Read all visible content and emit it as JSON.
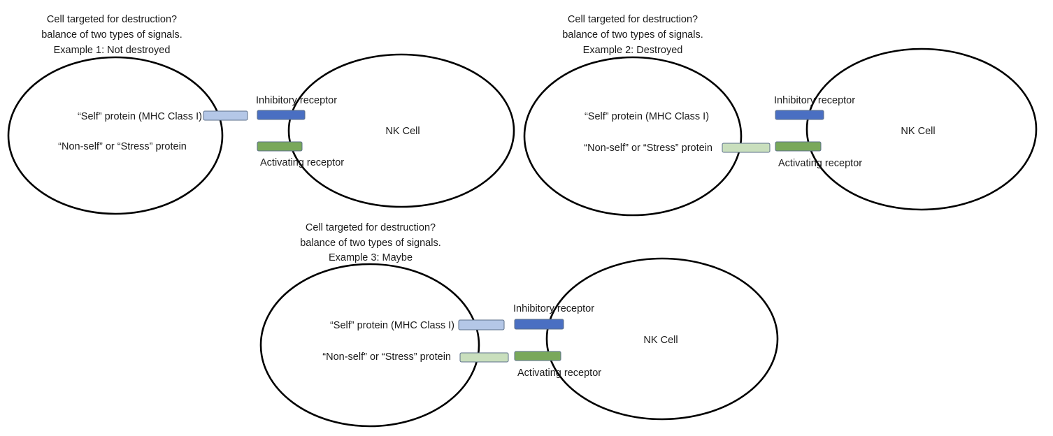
{
  "diagram": {
    "type": "NK cell signaling balance",
    "colors": {
      "self_protein": "#b4c7e7",
      "nonself_protein": "#c9dfbd",
      "inhibitory_receptor": "#4a6fc2",
      "activating_receptor": "#79a85a",
      "outline": "#000000"
    },
    "examples": [
      {
        "title_lines": [
          "Cell targeted for destruction?",
          "balance of two types of signals.",
          "Example 1: Not destroyed"
        ],
        "self_label": "“Self” protein (MHC Class I)",
        "nonself_label": "“Non-self” or “Stress” protein",
        "inhibitory_label": "Inhibitory receptor",
        "activating_label": "Activating receptor",
        "nk_label": "NK Cell",
        "shows_self_protein": true,
        "shows_nonself_protein": false,
        "outcome": "Not destroyed"
      },
      {
        "title_lines": [
          "Cell targeted for destruction?",
          "balance of two types of signals.",
          "Example 2: Destroyed"
        ],
        "self_label": "“Self” protein (MHC Class I)",
        "nonself_label": "“Non-self” or “Stress” protein",
        "inhibitory_label": "Inhibitory receptor",
        "activating_label": "Activating receptor",
        "nk_label": "NK Cell",
        "shows_self_protein": false,
        "shows_nonself_protein": true,
        "outcome": "Destroyed"
      },
      {
        "title_lines": [
          "Cell targeted for destruction?",
          "balance of two types of signals.",
          "Example 3: Maybe"
        ],
        "self_label": "“Self” protein (MHC Class I)",
        "nonself_label": "“Non-self” or “Stress” protein",
        "inhibitory_label": "Inhibitory receptor",
        "activating_label": "Activating receptor",
        "nk_label": "NK Cell",
        "shows_self_protein": true,
        "shows_nonself_protein": true,
        "outcome": "Maybe"
      }
    ]
  }
}
